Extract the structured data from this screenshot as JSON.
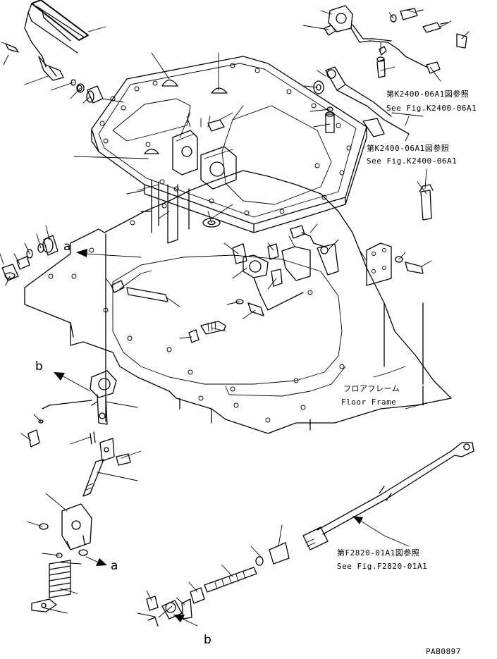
{
  "refs": {
    "k2400_upper_jp": "第K2400-06A1図参照",
    "k2400_upper_en": "See Fig.K2400-06A1",
    "k2400_lower_jp": "第K2400-06A1図参照",
    "k2400_lower_en": "See Fig.K2400-06A1",
    "f2820_jp": "第F2820-01A1図参照",
    "f2820_en": "See Fig.F2820-01A1"
  },
  "floor_frame": {
    "jp": "フロアフレーム",
    "en": "Floor Frame"
  },
  "connection_marks": {
    "a_upper": "a",
    "a_lower": "a",
    "b_upper": "b",
    "b_lower": "b"
  },
  "drawing_code": "PAB0897"
}
